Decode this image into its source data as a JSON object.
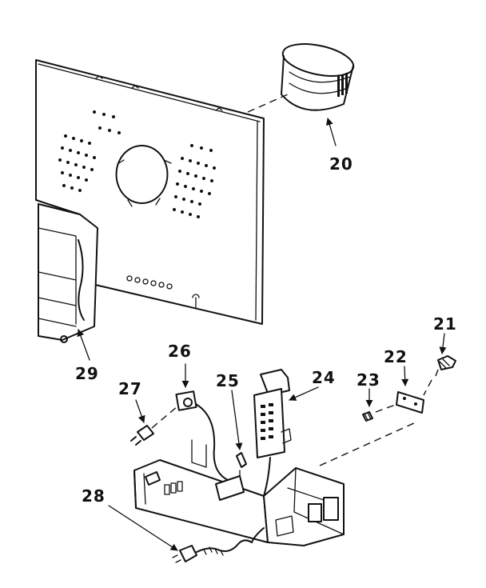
{
  "diagram": {
    "callouts": [
      {
        "id": "20",
        "label": "20"
      },
      {
        "id": "21",
        "label": "21"
      },
      {
        "id": "22",
        "label": "22"
      },
      {
        "id": "23",
        "label": "23"
      },
      {
        "id": "24",
        "label": "24"
      },
      {
        "id": "25",
        "label": "25"
      },
      {
        "id": "26",
        "label": "26"
      },
      {
        "id": "27",
        "label": "27"
      },
      {
        "id": "28",
        "label": "28"
      },
      {
        "id": "29",
        "label": "29"
      }
    ]
  }
}
